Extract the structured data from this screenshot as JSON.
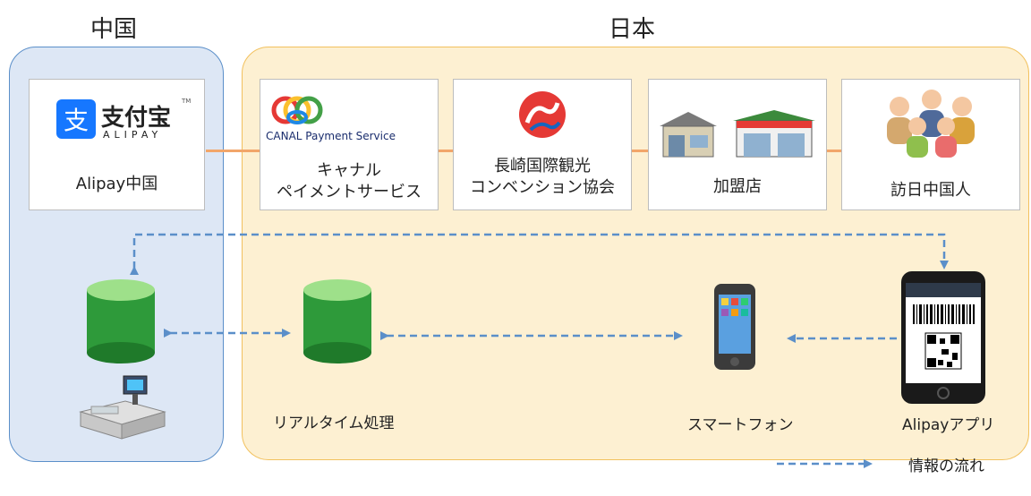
{
  "regions": {
    "china": "中国",
    "japan": "日本"
  },
  "participants": {
    "alipay": {
      "logo_cn": "支付宝",
      "logo_en": "ALIPAY",
      "logo_tm": "TM",
      "label": "Alipay中国"
    },
    "canal": {
      "logo": "CANAL Payment Service",
      "label_line1": "キャナル",
      "label_line2": "ペイメントサービス"
    },
    "nagasaki": {
      "label_line1": "長崎国際観光",
      "label_line2": "コンベンション協会"
    },
    "merchant": {
      "label": "加盟店"
    },
    "tourists": {
      "label": "訪日中国人"
    }
  },
  "nodes": {
    "realtime": "リアルタイム処理",
    "smartphone": "スマートフォン",
    "alipay_app": "Alipayアプリ"
  },
  "legend": {
    "info_flow": "情報の流れ"
  },
  "colors": {
    "china_bg": "#dde7f5",
    "japan_bg": "#fdf0d2",
    "arrow": "#5b8fc9",
    "db_green": "#2e9a3a",
    "connector": "#f2a66a",
    "alipay_blue": "#1677ff"
  }
}
